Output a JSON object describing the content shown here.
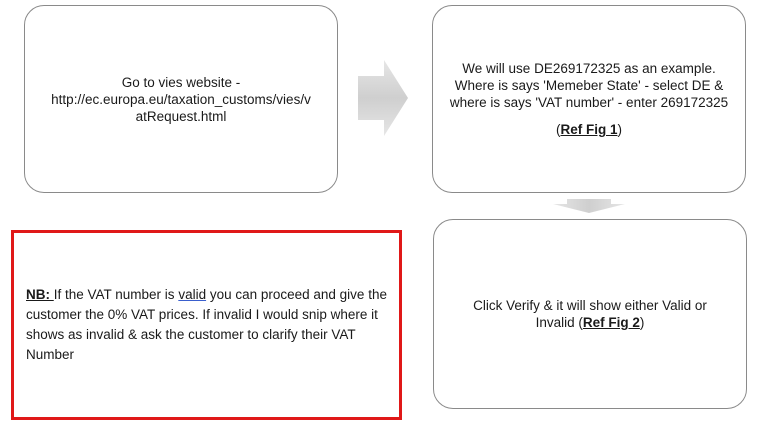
{
  "flow": {
    "step1": {
      "line1": "Go to vies website -",
      "line2": "http://ec.europa.eu/taxation_customs/vies/v",
      "line3": "atRequest.html"
    },
    "step2": {
      "line1": "We will use DE269172325 as an example.",
      "line2": "Where is says 'Memeber State' - select DE &",
      "line3": "where is says 'VAT number' - enter 269172325",
      "ref_open": "(",
      "ref_label": "Ref Fig 1",
      "ref_close": ")"
    },
    "step3": {
      "text_before": "Click Verify & it will show either Valid or Invalid (",
      "ref_label": "Ref Fig 2",
      "ref_close": ")"
    }
  },
  "note": {
    "label": "NB: ",
    "text_a": "If the VAT number is ",
    "valid_word": "valid",
    "text_b": " you can proceed and give the customer the 0% VAT prices. If invalid I would snip where it shows as invalid & ask the customer to clarify their VAT Number"
  },
  "colors": {
    "note_border": "#e01818",
    "box_border": "#8a8a8a",
    "arrow_fill": "#d0d0d0"
  },
  "icons": {
    "right_arrow": "right-arrow-icon",
    "down_arrow": "down-arrow-icon"
  }
}
